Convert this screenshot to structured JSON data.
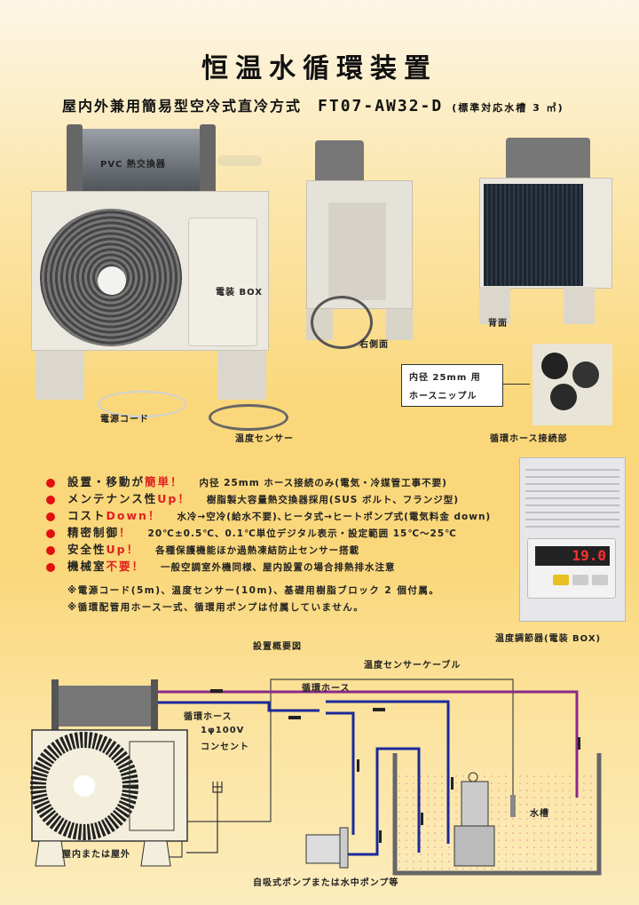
{
  "title": "恒温水循環装置",
  "subtitle": {
    "text": "屋内外兼用簡易型空冷式直冷方式",
    "model": "FT07-AW32-D",
    "tank": "(標準対応水槽 3 ㎥)"
  },
  "photo_labels": {
    "heat_exchanger": "PVC 熱交換器",
    "box": "電装 BOX",
    "right_side": "右側面",
    "back": "背面",
    "nipple_line1": "内径 25mm 用",
    "nipple_line2": "ホースニップル",
    "hose_connection": "循環ホース接続部",
    "power_cord": "電源コード",
    "temp_sensor": "温度センサー",
    "controller": "温度調節器(電装 BOX)",
    "controller_display": "19.0"
  },
  "features": [
    {
      "head": "設置・移動が",
      "accent": "簡単！",
      "desc": "内径 25mm ホース接続のみ(電気・冷媒管工事不要)"
    },
    {
      "head": "メンテナンス性",
      "accent": "Up！",
      "desc": "樹脂製大容量熱交換器採用(SUS ボルト、フランジ型)"
    },
    {
      "head": "コスト",
      "accent": "Down！",
      "desc": "水冷→空冷(給水不要)､ヒータ式→ヒートポンプ式(電気料金 down)"
    },
    {
      "head": "精密制御",
      "accent": "！",
      "desc": "20℃±0.5℃、0.1℃単位デジタル表示・設定範囲 15℃～25℃"
    },
    {
      "head": "安全性",
      "accent": "Up！",
      "desc": "各種保護機能ほか過熱凍結防止センサー搭載"
    },
    {
      "head": "機械室",
      "accent": "不要！",
      "desc": "一般空調室外機同様、屋内設置の場合排熱排水注意"
    }
  ],
  "notes": [
    "※電源コード(5m)、温度センサー(10m)、基礎用樹脂ブロック 2 個付属。",
    "※循環配管用ホース一式、循環用ポンプは付属していません。"
  ],
  "diagram": {
    "title": "設置概要図",
    "sensor_cable": "温度センサーケーブル",
    "hose_top": "循環ホース",
    "hose_left": "循環ホース",
    "power_line1": "1φ100V",
    "power_line2": "コンセント",
    "location": "屋内または屋外",
    "tank": "水槽",
    "pump": "自吸式ポンプまたは水中ポンプ等"
  },
  "colors": {
    "accent_red": "#e02020",
    "hose_supply": "#8a2a8a",
    "hose_return": "#1a2a9a"
  }
}
